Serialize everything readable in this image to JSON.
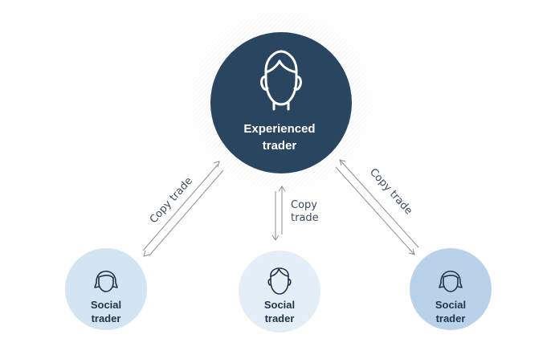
{
  "center": {
    "line1": "Experienced",
    "line2": "trader",
    "icon": "person-head-icon",
    "color": "#2a4560"
  },
  "followers": [
    {
      "line1": "Social",
      "line2": "trader",
      "icon": "female-head-icon",
      "color": "#d3e4f2"
    },
    {
      "line1": "Social",
      "line2": "trader",
      "icon": "male-head-icon",
      "color": "#e4eef7"
    },
    {
      "line1": "Social",
      "line2": "trader",
      "icon": "female-head-icon",
      "color": "#b9d2ea"
    }
  ],
  "links": {
    "left": "Copy trade",
    "middle_line1": "Copy",
    "middle_line2": "trade",
    "right": "Copy trade"
  },
  "colors": {
    "text_dark": "#1f3349",
    "arrow": "#8a8f96",
    "hatch": "#d5d8dc"
  }
}
